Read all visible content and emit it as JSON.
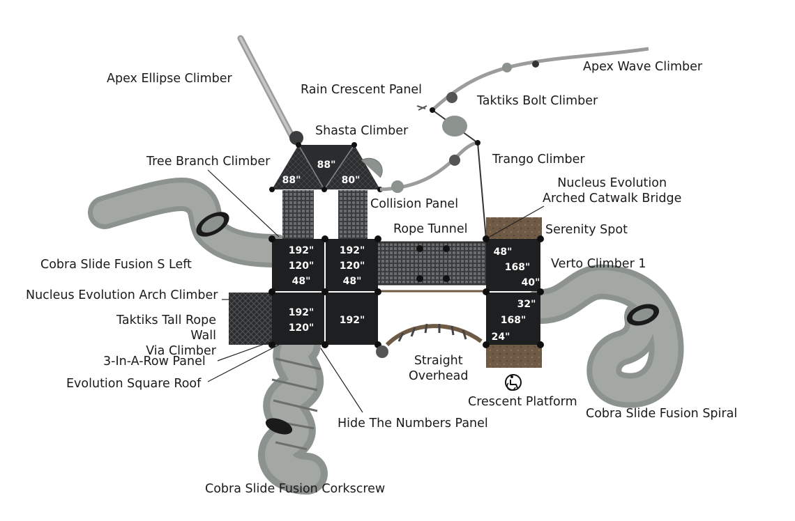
{
  "colors": {
    "slide": "#8c928d",
    "slide_dark": "#6b706c",
    "panel": "#1d1f21",
    "deck": "#2a2c2e",
    "bridge": "#6e5a45",
    "cable": "#555555",
    "leader": "#222222"
  },
  "labels": {
    "apex_ellipse": "Apex Ellipse Climber",
    "rain_crescent": "Rain Crescent Panel",
    "apex_wave": "Apex Wave Climber",
    "taktiks_bolt": "Taktiks Bolt Climber",
    "shasta": "Shasta Climber",
    "tree_branch": "Tree Branch Climber",
    "trango": "Trango Climber",
    "nucleus_bridge": "Nucleus Evolution\nArched Catwalk Bridge",
    "collision": "Collision Panel",
    "rope_tunnel": "Rope Tunnel",
    "serenity": "Serenity Spot",
    "cobra_s": "Cobra Slide Fusion S Left",
    "verto": "Verto Climber 1",
    "nucleus_arch": "Nucleus Evolution Arch Climber",
    "taktiks_tall": "Taktiks Tall Rope Wall\nVia Climber",
    "three_in_row": "3-In-A-Row Panel",
    "evolution_roof": "Evolution Square Roof",
    "straight_overhead": "Straight\nOverhead",
    "crescent_platform": "Crescent Platform",
    "hide_numbers": "Hide The Numbers Panel",
    "cobra_spiral": "Cobra Slide Fusion Spiral",
    "cobra_corkscrew": "Cobra Slide Fusion Corkscrew"
  },
  "measurements": {
    "roof_left": "88\"",
    "roof_mid": "88\"",
    "roof_right": "80\"",
    "deck1": [
      "192\"",
      "120\"",
      "48\""
    ],
    "deck2": [
      "192\"",
      "120\"",
      "48\""
    ],
    "deck3": [
      "48\"",
      "168\"",
      "40\""
    ],
    "deck4": [
      "192\"",
      "120\""
    ],
    "deck5": "192\"",
    "deck6": [
      "32\"",
      "168\"",
      "24\""
    ]
  },
  "icons": {
    "accessibility": "wheelchair-icon"
  }
}
